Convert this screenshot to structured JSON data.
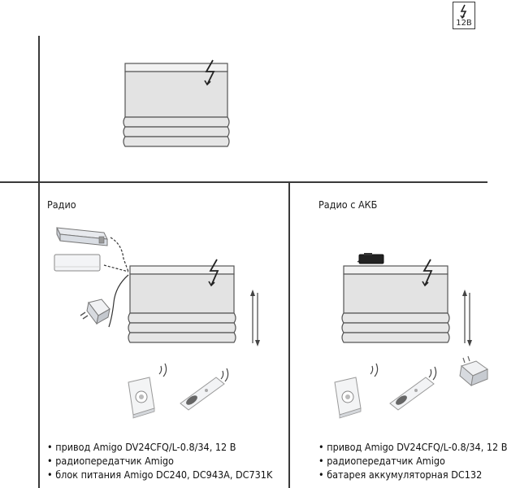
{
  "badge": {
    "icon": "lightning-bolt-icon",
    "voltage_label": "12В"
  },
  "sections": {
    "radio": {
      "title": "Радио",
      "bullets": [
        "привод Amigo DV24CFQ/L-0.8/34, 12 В",
        "радиопередатчик Amigo",
        "блок питания Amigo DC240, DC943A, DC731K"
      ]
    },
    "radio_battery": {
      "title": "Радио с АКБ",
      "bullets": [
        "привод Amigo DV24CFQ/L-0.8/34, 12 В",
        "радиопередатчик Amigo",
        "батарея аккумуляторная DC132"
      ]
    }
  },
  "icons": {
    "blind": "pleated-blind-icon",
    "bolt": "lightning-bolt-icon",
    "arrows": "up-down-arrow-icon",
    "wall_switch": "wall-switch-icon",
    "remote": "remote-control-icon",
    "power_supply": "power-supply-icon",
    "receiver": "receiver-box-icon",
    "plug": "plug-adapter-icon",
    "battery": "battery-pack-icon",
    "wave": "radio-wave-icon"
  },
  "colors": {
    "line": "#3a3a3a",
    "blind_fill": "#e6e6e6",
    "blind_stroke": "#555555"
  }
}
